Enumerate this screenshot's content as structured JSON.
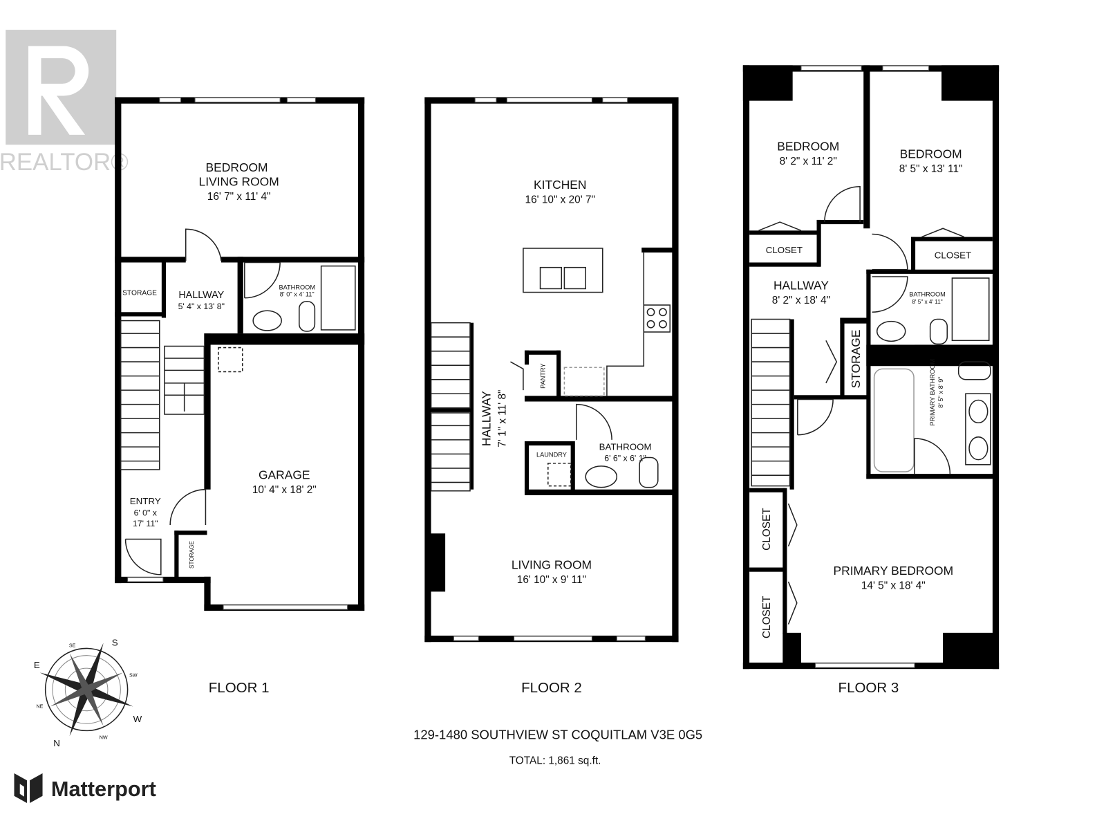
{
  "watermark": {
    "brand": "REALTOR®"
  },
  "floors": [
    {
      "label": "FLOOR 1",
      "rooms": [
        {
          "name": "BEDROOM",
          "name2": "LIVING ROOM",
          "dims": "16' 7\" x 11' 4\""
        },
        {
          "name": "STORAGE"
        },
        {
          "name": "HALLWAY",
          "dims": "5' 4\" x 13' 8\""
        },
        {
          "name": "BATHROOM",
          "dims": "8' 0\" x 4' 11\""
        },
        {
          "name": "GARAGE",
          "dims": "10' 4\" x 18' 2\""
        },
        {
          "name": "ENTRY",
          "dims": "6' 0\" x",
          "dims2": "17' 11\""
        },
        {
          "name": "STORAGE"
        }
      ]
    },
    {
      "label": "FLOOR 2",
      "rooms": [
        {
          "name": "KITCHEN",
          "dims": "16' 10\" x 20' 7\""
        },
        {
          "name": "PANTRY"
        },
        {
          "name": "HALLWAY",
          "dims": "7' 1\" x 11' 8\""
        },
        {
          "name": "LAUNDRY"
        },
        {
          "name": "BATHROOM",
          "dims": "6' 6\" x 6' 1\""
        },
        {
          "name": "LIVING ROOM",
          "dims": "16' 10\" x 9' 11\""
        }
      ]
    },
    {
      "label": "FLOOR 3",
      "rooms": [
        {
          "name": "BEDROOM",
          "dims": "8' 2\" x 11' 2\""
        },
        {
          "name": "BEDROOM",
          "dims": "8' 5\" x 13' 11\""
        },
        {
          "name": "CLOSET"
        },
        {
          "name": "CLOSET"
        },
        {
          "name": "HALLWAY",
          "dims": "8' 2\" x 18' 4\""
        },
        {
          "name": "BATHROOM",
          "dims": "8' 5\" x 4' 11\""
        },
        {
          "name": "STORAGE"
        },
        {
          "name": "PRIMARY BATHROOM",
          "dims": "8' 5\" x 8' 9\""
        },
        {
          "name": "CLOSET"
        },
        {
          "name": "CLOSET"
        },
        {
          "name": "PRIMARY BEDROOM",
          "dims": "14' 5\" x 18' 4\""
        }
      ]
    }
  ],
  "compass": {
    "n": "N",
    "e": "E",
    "s": "S",
    "w": "W",
    "ne": "NE",
    "se": "SE",
    "sw": "SW",
    "nw": "NW"
  },
  "address": "129-1480 SOUTHVIEW ST COQUITLAM V3E 0G5",
  "total": "TOTAL: 1,861 sq.ft.",
  "logo": {
    "brand": "Matterport"
  }
}
